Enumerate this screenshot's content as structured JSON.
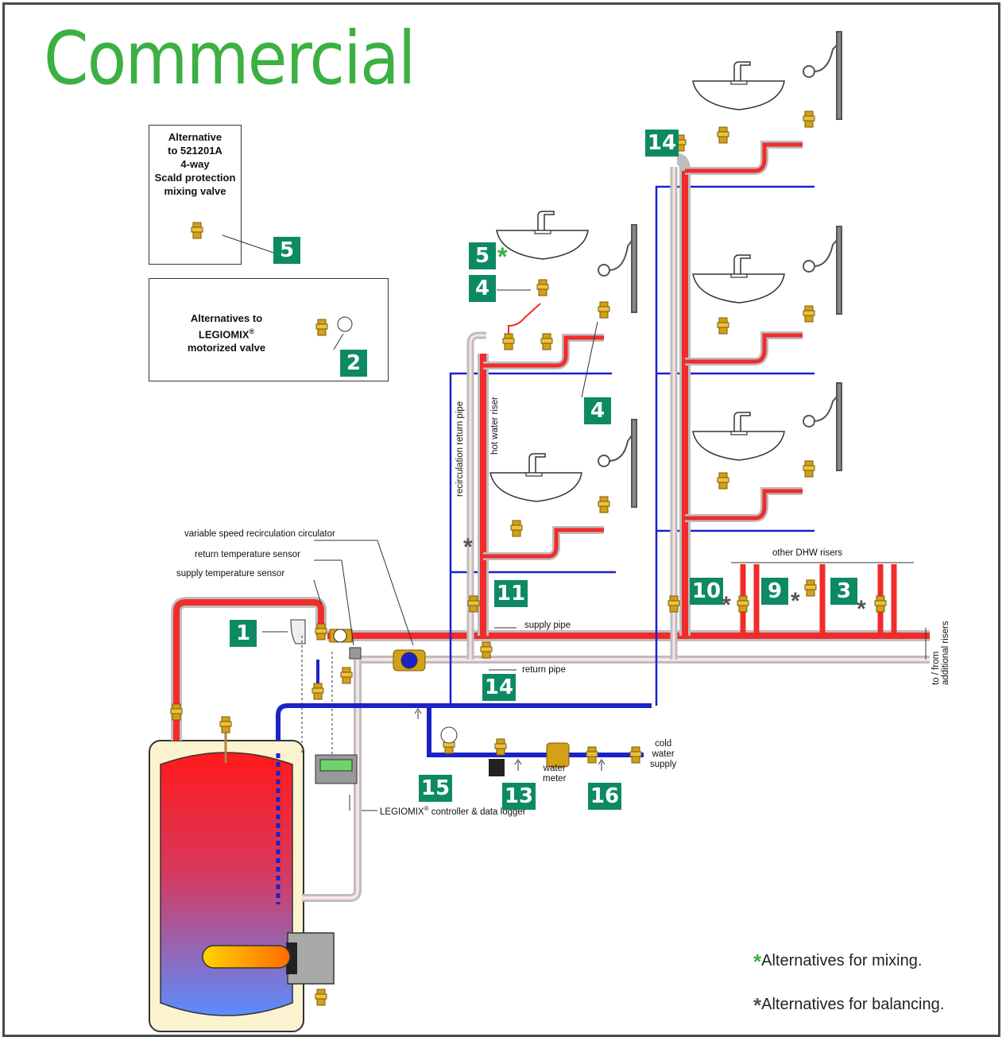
{
  "title": "Commercial",
  "alt_box_1": {
    "lines": [
      "Alternative",
      "to 521201A",
      "4-way",
      "Scald protection",
      "mixing valve"
    ]
  },
  "alt_box_2": {
    "line1": "Alternatives to",
    "line2": "LEGIOMIX",
    "line2_reg": "®",
    "line3": "motorized valve"
  },
  "labels": {
    "recirculation_return_pipe": "recirculation return pipe",
    "hot_water_riser": "hot water riser",
    "variable_speed_circulator": "variable speed recirculation circulator",
    "return_temperature_sensor": "return temperature sensor",
    "supply_temperature_sensor": "supply temperature sensor",
    "supply_pipe": "supply pipe",
    "return_pipe": "return pipe",
    "other_dhw_risers": "other DHW risers",
    "to_from": "to / from",
    "additional_risers": "additional risers",
    "controller": "LEGIOMIX",
    "controller_reg": "®",
    "controller_rest": " controller & data logger",
    "water": "water",
    "meter": "meter",
    "cold": "cold",
    "water2": "water",
    "supply": "supply"
  },
  "badges": {
    "b1": "1",
    "b2": "2",
    "b3": "3",
    "b4a": "4",
    "b4b": "4",
    "b5a": "5",
    "b5b": "5",
    "b9": "9",
    "b10": "10",
    "b11": "11",
    "b13": "13",
    "b14a": "14",
    "b14b": "14",
    "b15": "15",
    "b16": "16"
  },
  "legend": {
    "star": "*",
    "mixing": "Alternatives for mixing.",
    "balancing": "Alternatives for balancing."
  },
  "colors": {
    "brand_green": "#3cb043",
    "badge_green": "#0d8a63",
    "hot": "#f22b2b",
    "cold": "#1a22c8",
    "return_outline": "#bdbdbd",
    "valve_brass": "#d4a017"
  }
}
